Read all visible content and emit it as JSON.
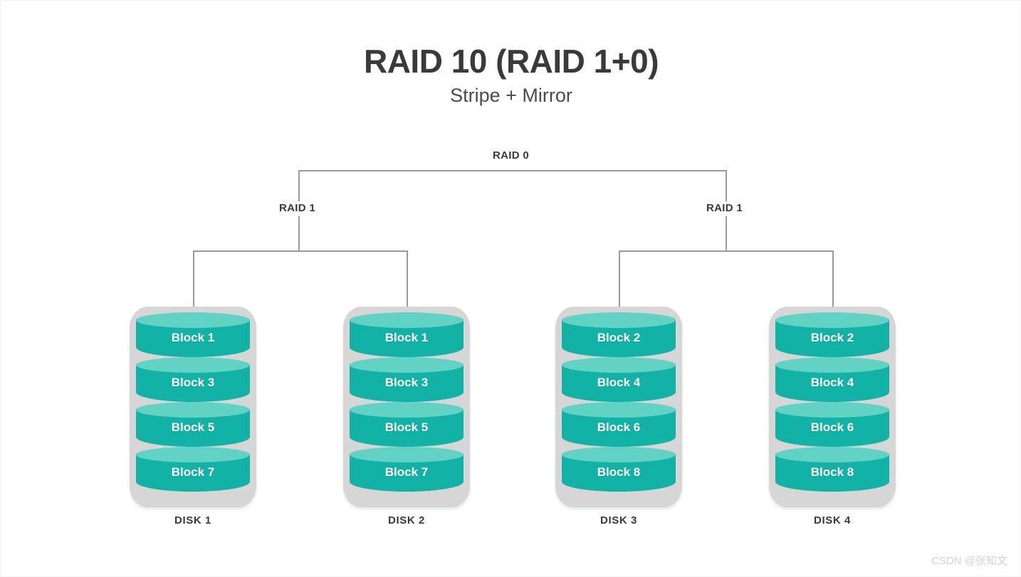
{
  "title": "RAID 10 (RAID 1+0)",
  "subtitle": "Stripe + Mirror",
  "tree": {
    "root_label": "RAID 0",
    "group_left_label": "RAID 1",
    "group_right_label": "RAID 1"
  },
  "disks": [
    {
      "name": "DISK 1",
      "blocks": [
        "Block 1",
        "Block 3",
        "Block 5",
        "Block 7"
      ]
    },
    {
      "name": "DISK 2",
      "blocks": [
        "Block 1",
        "Block 3",
        "Block 5",
        "Block 7"
      ]
    },
    {
      "name": "DISK 3",
      "blocks": [
        "Block 2",
        "Block 4",
        "Block 6",
        "Block 8"
      ]
    },
    {
      "name": "DISK 4",
      "blocks": [
        "Block 2",
        "Block 4",
        "Block 6",
        "Block 8"
      ]
    }
  ],
  "watermark": "CSDN @张知文",
  "colors": {
    "platter_body": "#13b2a6",
    "platter_top": "#62d2c4",
    "shell": "#d6d6d6",
    "line": "#9a9a9a",
    "text_dark": "#3a3a3a",
    "background": "#ffffff"
  }
}
